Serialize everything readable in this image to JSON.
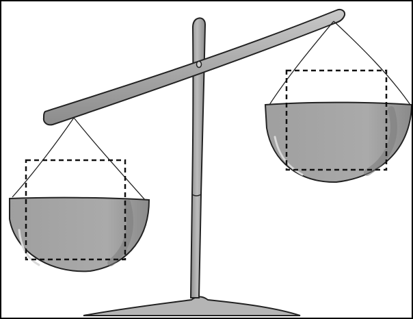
{
  "diagram": {
    "subject": "balance-scale",
    "tilt": "left-side-down",
    "colors": {
      "outline": "#222222",
      "metal": "#9e9e9e",
      "metal_light": "#bdbdbd",
      "pan_fill": "#a9a9a9",
      "pan_shadow": "#7d7d7d",
      "highlight": "#d8d8d8",
      "dash_box": "#111111",
      "background": "#ffffff"
    },
    "elements": {
      "left_pan": "left-pan",
      "right_pan": "right-pan",
      "left_marker": "left-dashed-box",
      "right_marker": "right-dashed-box"
    }
  }
}
